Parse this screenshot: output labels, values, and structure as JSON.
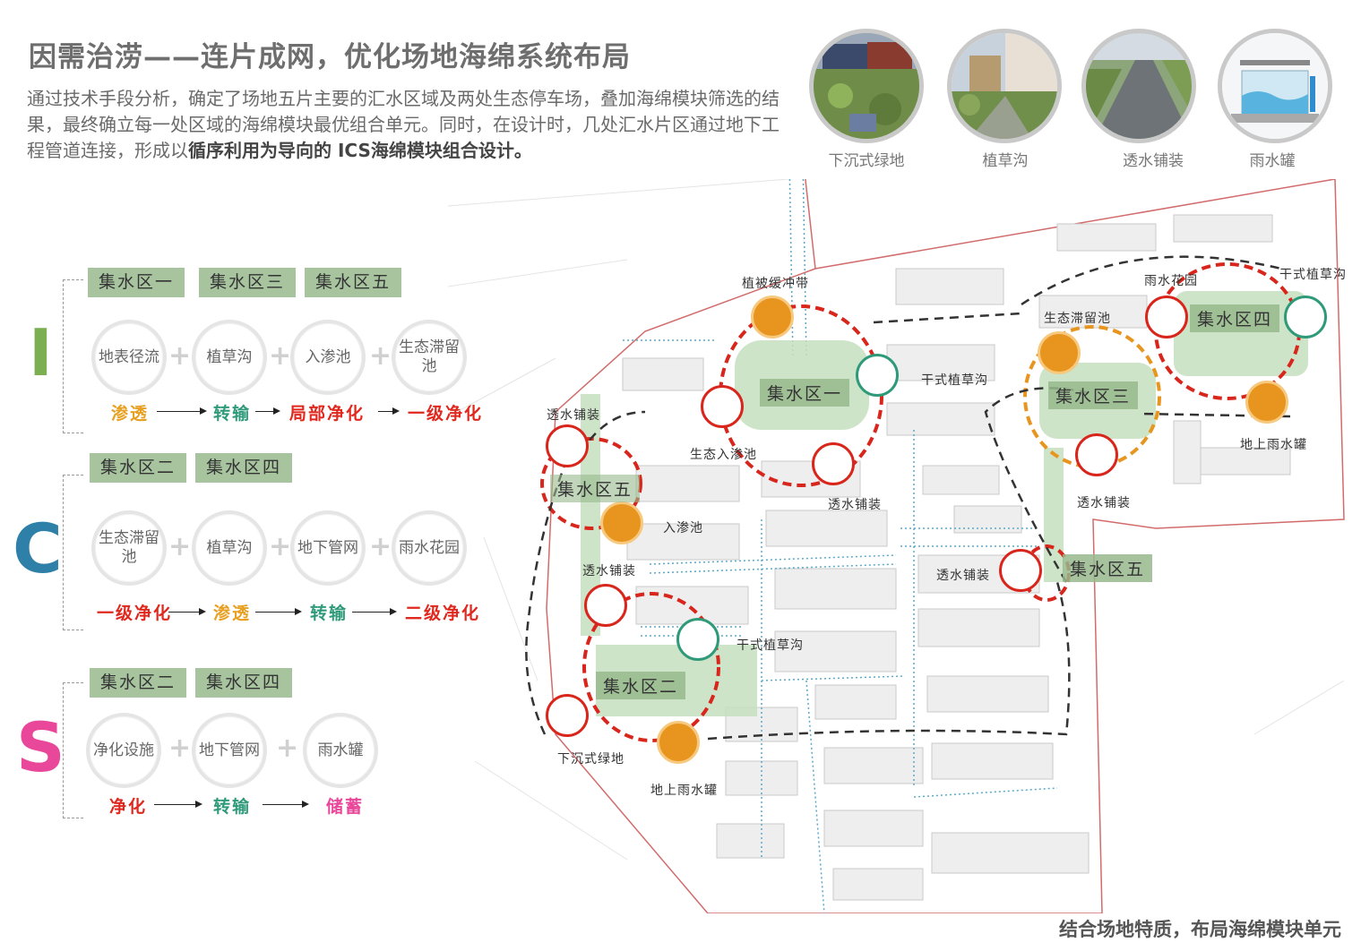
{
  "title": "因需治涝——连片成网，优化场地海绵系统布局",
  "intro_plain": "通过技术手段分析，确定了场地五片主要的汇水区域及两处生态停车场，叠加海绵模块筛选的结果，最终确立每一处区域的海绵模块最优组合单元。同时，在设计时，几处汇水片区通过地下工程管道连接，形成以",
  "intro_bold": "循序利用为导向的 ICS海绵模块组合设计。",
  "photos": [
    "下沉式绿地",
    "植草沟",
    "透水铺装",
    "雨水罐"
  ],
  "groups": {
    "I": {
      "letter": "I",
      "color": "#7cae52",
      "zones": [
        "集水区一",
        "集水区三",
        "集水区五"
      ],
      "steps": [
        "地表径流",
        "植草沟",
        "入渗池",
        "生态滞留池"
      ],
      "procs": [
        {
          "text": "渗透",
          "color": "#e8a023"
        },
        {
          "text": "转输",
          "color": "#2f9a7a"
        },
        {
          "text": "局部净化",
          "color": "#e0281e"
        },
        {
          "text": "一级净化",
          "color": "#e0281e"
        }
      ]
    },
    "C": {
      "letter": "C",
      "color": "#2e80a8",
      "zones": [
        "集水区二",
        "集水区四"
      ],
      "steps": [
        "生态滞留池",
        "植草沟",
        "地下管网",
        "雨水花园"
      ],
      "procs": [
        {
          "text": "一级净化",
          "color": "#e0281e"
        },
        {
          "text": "渗透",
          "color": "#e8a023"
        },
        {
          "text": "转输",
          "color": "#2f9a7a"
        },
        {
          "text": "二级净化",
          "color": "#e0281e"
        }
      ]
    },
    "S": {
      "letter": "S",
      "color": "#e8479a",
      "zones": [
        "集水区二",
        "集水区四"
      ],
      "steps": [
        "净化设施",
        "地下管网",
        "雨水罐"
      ],
      "procs": [
        {
          "text": "净化",
          "color": "#e0281e"
        },
        {
          "text": "转输",
          "color": "#2f9a7a"
        },
        {
          "text": "储蓄",
          "color": "#e8479a"
        }
      ]
    }
  },
  "map": {
    "zones": [
      "集水区一",
      "集水区二",
      "集水区三",
      "集水区四",
      "集水区五",
      "集水区五"
    ],
    "labels": [
      "植被缓冲带",
      "干式植草沟",
      "生态入渗池",
      "透水铺装",
      "透水铺装",
      "入渗池",
      "透水铺装",
      "干式植草沟",
      "下沉式绿地",
      "地上雨水罐",
      "生态滞留池",
      "雨水花园",
      "干式植草沟",
      "地上雨水罐",
      "透水铺装",
      "透水铺装"
    ]
  },
  "footer": "结合场地特质，布局海绵模块单元",
  "colors": {
    "red": "#d9261c",
    "orange": "#e8951f",
    "green": "#2f9a7a",
    "olive": "#b7a23a"
  }
}
